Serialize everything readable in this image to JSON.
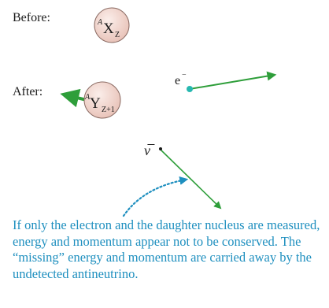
{
  "before_label": "Before:",
  "after_label": "After:",
  "parent_nucleus": {
    "superscript": "A",
    "symbol": "X",
    "subscript": "Z"
  },
  "daughter_nucleus": {
    "superscript": "A",
    "symbol": "Y",
    "subscript": "Z+1"
  },
  "electron_label": "e",
  "electron_charge": "−",
  "antineutrino_label": "ν̅",
  "caption": "If only the electron and the daughter nucleus are measured, energy and momentum appear not to be conserved. The “missing” energy and momentum are carried away by the undetected antineutrino.",
  "colors": {
    "nucleus_fill": "#f1d6cf",
    "nucleus_stroke": "#8a6a62",
    "electron": "#27b8b0",
    "arrow_green": "#2e9e3a",
    "caption_blue": "#1e8fbf"
  }
}
